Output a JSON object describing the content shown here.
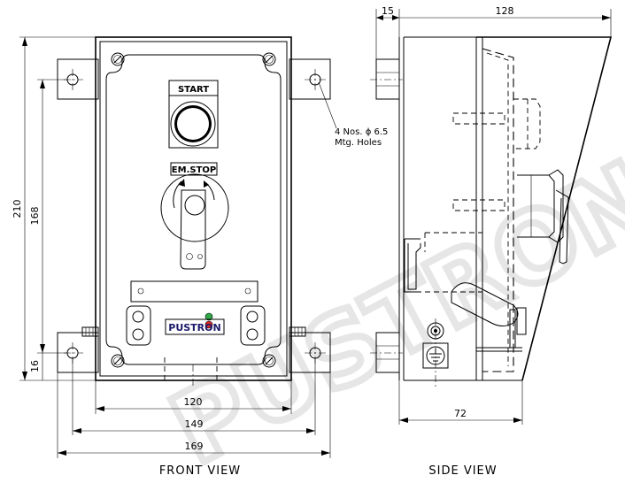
{
  "views": {
    "front": "FRONT VIEW",
    "side": "SIDE VIEW"
  },
  "front": {
    "start_label": "START",
    "emstop_label": "EM.STOP",
    "brand": "PUSTRON",
    "note_line1": "4 Nos. ϕ 6.5",
    "note_line2": "Mtg. Holes"
  },
  "dimensions": {
    "overall_height": "210",
    "hole_spacing_vertical": "168",
    "bottom_offset": "16",
    "body_width": "120",
    "hole_spacing_horizontal": "149",
    "overall_width": "169",
    "side_flange": "15",
    "side_top_depth": "128",
    "side_bottom_depth": "72"
  },
  "watermark": "PUSTRON",
  "colors": {
    "indicator_red": "#d42a2a",
    "indicator_green": "#2fa84a",
    "line": "#000000"
  }
}
